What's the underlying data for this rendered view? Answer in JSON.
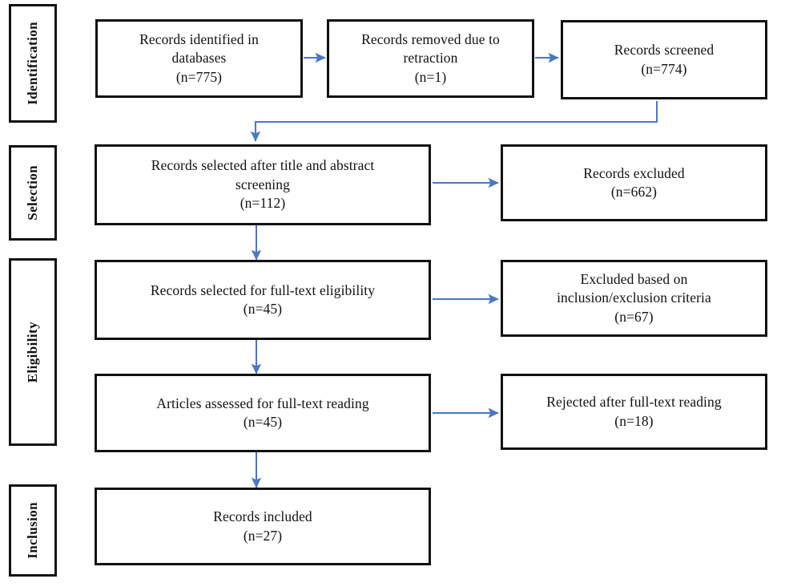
{
  "figure": {
    "kind": "prisma-flow-diagram",
    "background_color": "#ffffff",
    "box_border_color": "#111111",
    "arrow_color": "#4a78c2",
    "text_color": "#111111"
  },
  "stages": [
    {
      "id": "identification",
      "label": "Identification"
    },
    {
      "id": "selection",
      "label": "Selection"
    },
    {
      "id": "eligibility",
      "label": "Eligibility"
    },
    {
      "id": "inclusion",
      "label": "Inclusion"
    }
  ],
  "nodes": {
    "records_identified": {
      "label": "Records identified in\ndatabases\n(n=775)",
      "count": 775
    },
    "records_removed_retraction": {
      "label": "Records removed due to\nretraction\n(n=1)",
      "count": 1
    },
    "records_screened": {
      "label": "Records screened\n(n=774)",
      "count": 774
    },
    "records_selected_title_abstract": {
      "label": "Records selected after title and abstract\nscreening\n(n=112)",
      "count": 112
    },
    "records_excluded": {
      "label": "Records excluded\n(n=662)",
      "count": 662
    },
    "records_selected_fulltext": {
      "label": "Records selected for full-text eligibility\n(n=45)",
      "count": 45
    },
    "excluded_criteria": {
      "label": "Excluded based on\ninclusion/exclusion criteria\n(n=67)",
      "count": 67
    },
    "articles_assessed": {
      "label": "Articles assessed for full-text reading\n(n=45)",
      "count": 45
    },
    "rejected_fulltext": {
      "label": "Rejected after full-text reading\n(n=18)",
      "count": 18
    },
    "records_included": {
      "label": "Records included\n(n=27)",
      "count": 27
    }
  },
  "edges": [
    {
      "id": "e1",
      "from": "records_identified",
      "to": "records_removed_retraction",
      "direction": "right"
    },
    {
      "id": "e2",
      "from": "records_removed_retraction",
      "to": "records_screened",
      "direction": "right"
    },
    {
      "id": "e3",
      "from": "records_screened",
      "to": "records_selected_title_abstract",
      "direction": "elbow-down-left"
    },
    {
      "id": "e4",
      "from": "records_selected_title_abstract",
      "to": "records_excluded",
      "direction": "right"
    },
    {
      "id": "e5",
      "from": "records_selected_title_abstract",
      "to": "records_selected_fulltext",
      "direction": "down"
    },
    {
      "id": "e6",
      "from": "records_selected_fulltext",
      "to": "excluded_criteria",
      "direction": "right"
    },
    {
      "id": "e7",
      "from": "records_selected_fulltext",
      "to": "articles_assessed",
      "direction": "down"
    },
    {
      "id": "e8",
      "from": "articles_assessed",
      "to": "rejected_fulltext",
      "direction": "right"
    },
    {
      "id": "e9",
      "from": "articles_assessed",
      "to": "records_included",
      "direction": "down"
    }
  ]
}
